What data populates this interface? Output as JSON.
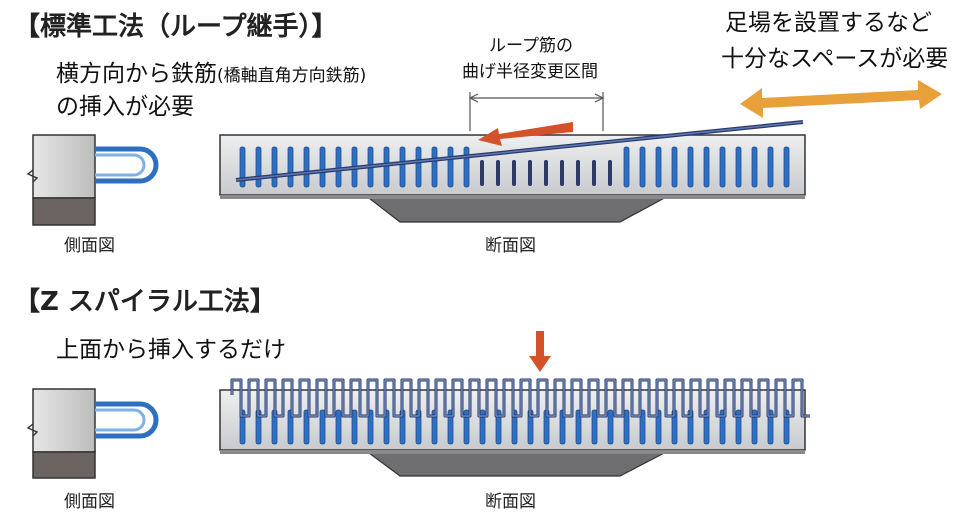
{
  "top": {
    "title": "【標準工法（ループ継手）】",
    "requirement_line1": "横方向から鉄筋",
    "requirement_paren": "(橋軸直角方向鉄筋)",
    "requirement_line2": "の挿入が必要",
    "loop_note_line1": "ループ筋の",
    "loop_note_line2": "曲げ半径変更区間",
    "space_note_line1": "足場を設置するなど",
    "space_note_line2": "十分なスペースが必要",
    "side_caption": "側面図",
    "section_caption": "断面図"
  },
  "bottom": {
    "title": "【Z スパイラル工法】",
    "lead": "上面から挿入するだけ",
    "side_caption": "側面図",
    "section_caption": "断面図"
  },
  "colors": {
    "slab_fill": "#d9dadc",
    "slab_stroke": "#333333",
    "base_fill": "#6b6461",
    "haunch_fill": "#6e6e70",
    "rebar_blue": "#2f6fc0",
    "rebar_dark": "#2b3a66",
    "arrow_red": "#d4522a",
    "arrow_orange": "#e8a03a"
  }
}
